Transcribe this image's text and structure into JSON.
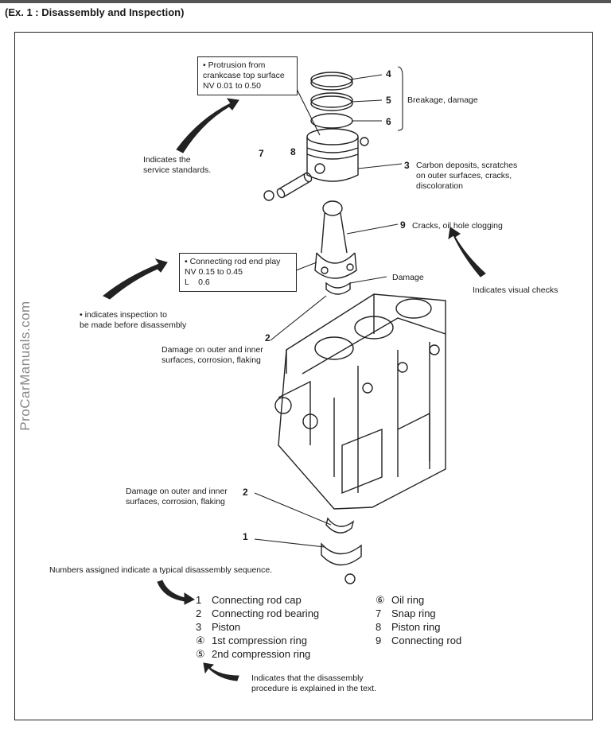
{
  "header": {
    "title": "(Ex. 1 : Disassembly and Inspection)"
  },
  "watermark": "ProCarManuals.com",
  "callouts": {
    "service_box": [
      "• Protrusion from",
      "crankcase top surface",
      "NV 0.01 to 0.50"
    ],
    "rod_box": [
      "• Connecting rod end play",
      "NV 0.15 to 0.45",
      "L    0.6"
    ],
    "service_standards": [
      "Indicates the",
      "service standards."
    ],
    "inspect_before": [
      "• indicates inspection to",
      "be made before disassembly"
    ],
    "visual_checks": "Indicates visual checks",
    "breakage": "Breakage, damage",
    "carbon": [
      "Carbon deposits, scratches",
      "on outer surfaces, cracks,",
      "discoloration"
    ],
    "cracks_oil": "Cracks, oil hole clogging",
    "damage": "Damage",
    "upper_bearing": [
      "Damage on outer and inner",
      "surfaces, corrosion, flaking"
    ],
    "lower_bearing": [
      "Damage on outer and inner",
      "surfaces, corrosion, flaking"
    ],
    "sequence_note": "Numbers assigned indicate a typical disassembly sequence.",
    "procedure_note": [
      "Indicates that the disassembly",
      "procedure is explained in the text."
    ]
  },
  "part_numbers": {
    "n4": "4",
    "n5": "5",
    "n6": "6",
    "n7": "7",
    "n8": "8",
    "n3": "3",
    "n9": "9",
    "n2a": "2",
    "n2b": "2",
    "n1": "1"
  },
  "legend": {
    "left": [
      {
        "n": "1",
        "label": "Connecting rod cap"
      },
      {
        "n": "2",
        "label": "Connecting rod bearing"
      },
      {
        "n": "3",
        "label": "Piston"
      },
      {
        "n": "④",
        "label": "1st compression ring"
      },
      {
        "n": "⑤",
        "label": "2nd compression ring"
      }
    ],
    "right": [
      {
        "n": "⑥",
        "label": "Oil ring"
      },
      {
        "n": "7",
        "label": "Snap ring"
      },
      {
        "n": "8",
        "label": "Piston ring"
      },
      {
        "n": "9",
        "label": "Connecting rod"
      }
    ]
  }
}
